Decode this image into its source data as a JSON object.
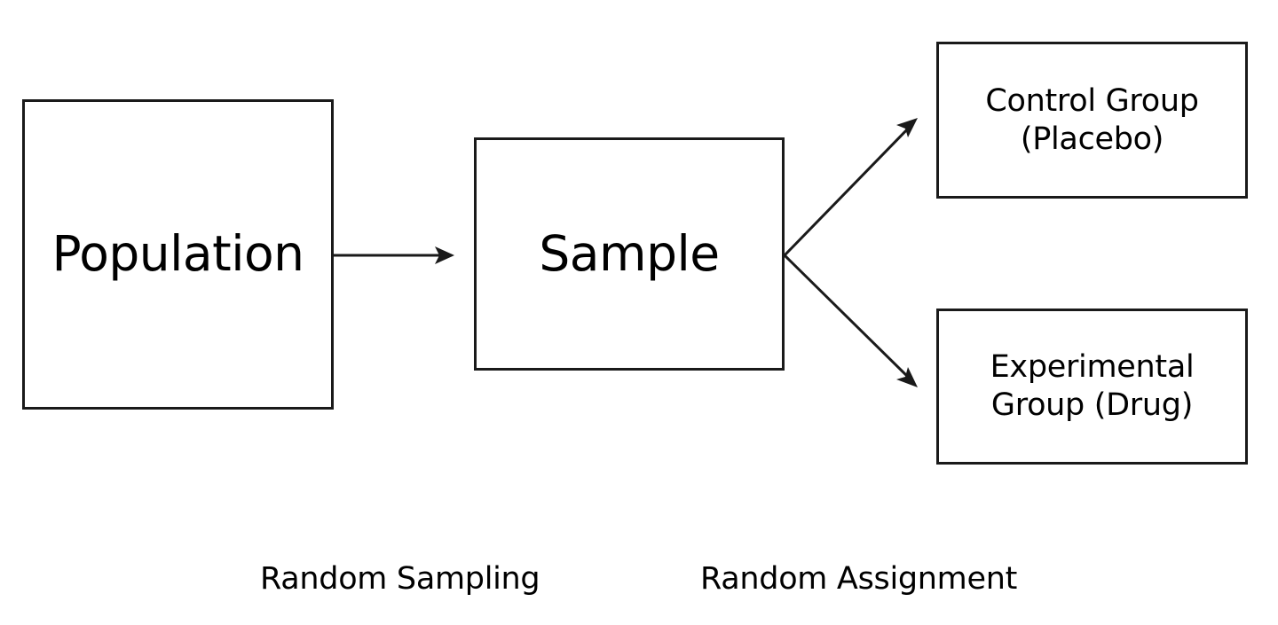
{
  "nodes": {
    "population": {
      "label": "Population"
    },
    "sample": {
      "label": "Sample"
    },
    "control_group": {
      "line1": "Control Group",
      "line2": "(Placebo)"
    },
    "experimental_group": {
      "line1": "Experimental",
      "line2": "Group (Drug)"
    }
  },
  "edges": [
    {
      "from": "Population",
      "to": "Sample"
    },
    {
      "from": "Sample",
      "to": "Control Group (Placebo)"
    },
    {
      "from": "Sample",
      "to": "Experimental Group (Drug)"
    }
  ],
  "captions": {
    "random_sampling": "Random Sampling",
    "random_assignment": "Random Assignment"
  },
  "colors": {
    "line": "#1a1a1a",
    "background": "#ffffff",
    "text": "#000000"
  }
}
